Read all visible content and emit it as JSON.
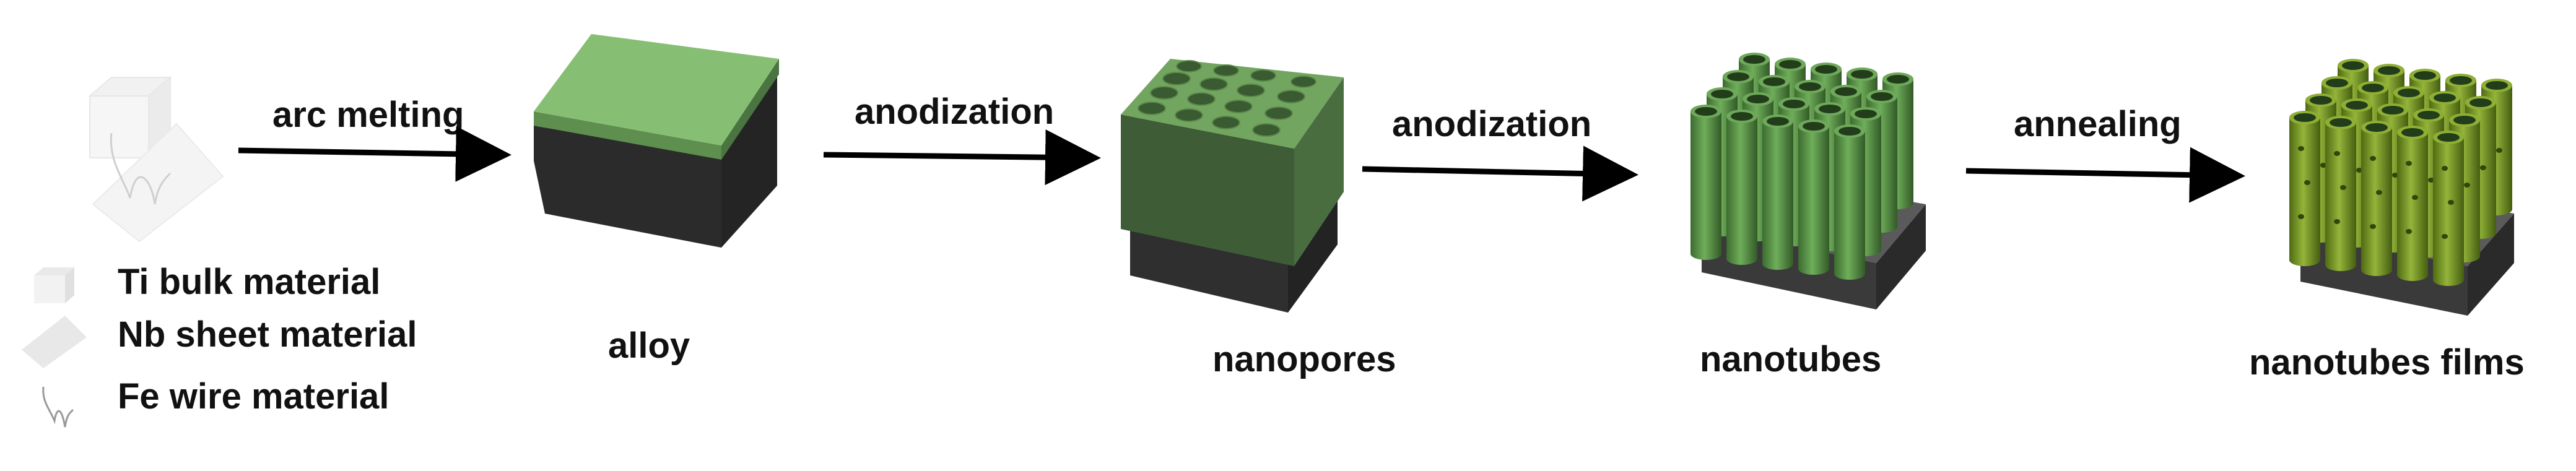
{
  "legend": {
    "items": [
      {
        "label": "Ti bulk material",
        "icon": "ti-bulk-cube-icon"
      },
      {
        "label": "Nb sheet material",
        "icon": "nb-sheet-icon"
      },
      {
        "label": "Fe wire material",
        "icon": "fe-wire-icon"
      }
    ]
  },
  "steps": {
    "arc_melting": "arc melting",
    "anodization_1": "anodization",
    "anodization_2": "anodization",
    "annealing": "annealing"
  },
  "stages": {
    "alloy": "alloy",
    "nanopores": "nanopores",
    "nanotubes": "nanotubes",
    "nanotube_films": "nanotubes films"
  },
  "colors": {
    "green_top": "#86bf73",
    "green_front": "#3e5d37",
    "green_side": "#577f4a",
    "substrate": "#2d2d2d",
    "tube_green": "#4f8a3e",
    "film_green": "#6f8f1c",
    "arrow": "#000000"
  }
}
